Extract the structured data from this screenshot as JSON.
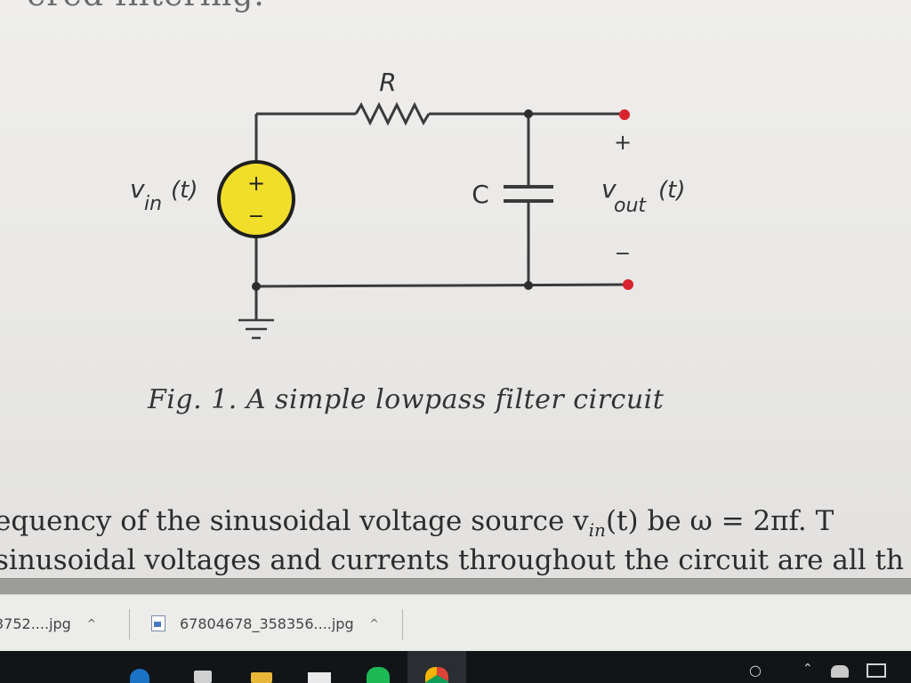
{
  "document": {
    "top_fragment": "ered  filtering.",
    "figure": {
      "resistor_label": "R",
      "capacitor_label": "C",
      "source_plus": "+",
      "source_minus": "−",
      "vin_main": "v",
      "vin_sub": "in",
      "vin_arg": "(t)",
      "vout_main": "v",
      "vout_sub": "out",
      "vout_arg": "(t)",
      "out_plus": "+",
      "out_minus": "−",
      "colors": {
        "wire": "#3a3a3a",
        "source_fill": "#f1de2a",
        "terminal": "#d8242e"
      }
    },
    "caption": "Fig. 1. A simple lowpass filter circuit",
    "body_lines": [
      "equency of the sinusoidal voltage source v",
      "sinusoidal voltages and currents throughout the circuit are all th"
    ],
    "line1_sub": "in",
    "line1_rest": "(t) be ω = 2πf.  T"
  },
  "download_bar": {
    "items": [
      {
        "name": "3752....jpg",
        "chevron": "^"
      },
      {
        "name": "67804678_358356....jpg",
        "chevron": "^",
        "icon": "image-file-icon"
      }
    ]
  },
  "taskbar": {
    "icons": [
      "edge-icon",
      "store-icon",
      "file-explorer-icon",
      "mail-icon",
      "spotify-icon",
      "chrome-icon"
    ],
    "tray": [
      "people-icon",
      "chevron-up-icon",
      "onedrive-icon",
      "network-icon"
    ]
  }
}
